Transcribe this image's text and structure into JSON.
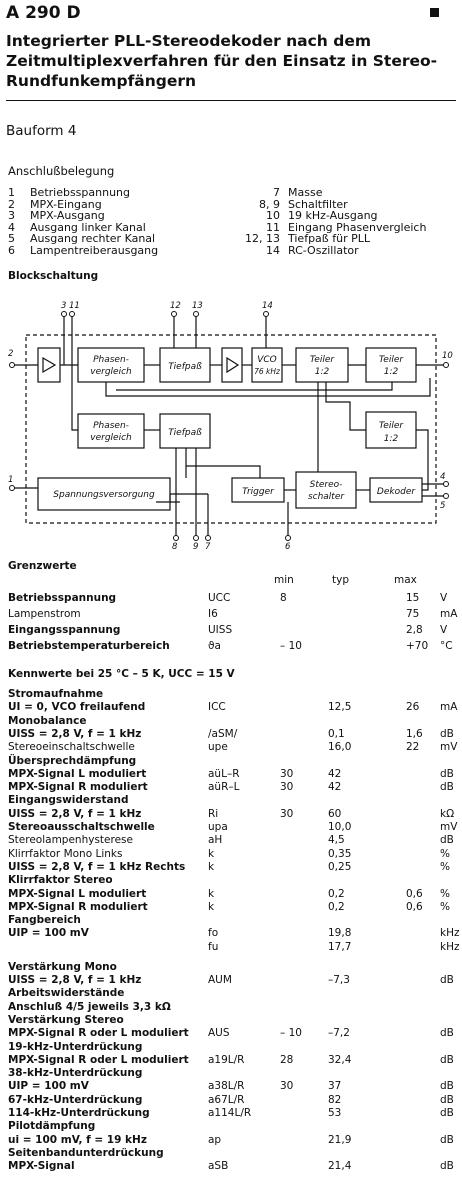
{
  "header": {
    "title": "A 290 D",
    "subtitle": "Integrierter PLL-Stereodekoder nach dem Zeitmultiplexverfahren für den Einsatz in Stereo-Rundfunkempfängern",
    "bauform": "Bauform 4"
  },
  "pinout": {
    "heading": "Anschlußbelegung",
    "left": [
      {
        "num": "1",
        "label": "Betriebsspannung"
      },
      {
        "num": "2",
        "label": "MPX-Eingang"
      },
      {
        "num": "3",
        "label": "MPX-Ausgang"
      },
      {
        "num": "4",
        "label": "Ausgang linker Kanal"
      },
      {
        "num": "5",
        "label": "Ausgang rechter Kanal"
      },
      {
        "num": "6",
        "label": "Lampentreiberausgang"
      }
    ],
    "right": [
      {
        "num": "7",
        "label": "Masse"
      },
      {
        "num": "8, 9",
        "label": "Schaltfilter"
      },
      {
        "num": "10",
        "label": "19 kHz-Ausgang"
      },
      {
        "num": "11",
        "label": "Eingang Phasenvergleich"
      },
      {
        "num": "12, 13",
        "label": "Tiefpaß für PLL"
      },
      {
        "num": "14",
        "label": "RC-Oszillator"
      }
    ]
  },
  "block": {
    "heading": "Blockschaltung",
    "phasen1": "Phasen-",
    "phasen2": "vergleich",
    "tiefpass": "Tiefpaß",
    "vco1": "VCO",
    "vco2": "76 kHz",
    "teiler": "Teiler",
    "ratio": "1:2",
    "spannung": "Spannungsversorgung",
    "trigger": "Trigger",
    "stereo1": "Stereo-",
    "stereo2": "schalter",
    "dekoder": "Dekoder",
    "p1": "1",
    "p2": "2",
    "p3": "3",
    "p4": "4",
    "p5": "5",
    "p6": "6",
    "p7": "7",
    "p8": "8",
    "p9": "9",
    "p10": "10",
    "p11": "11",
    "p12": "12",
    "p13": "13",
    "p14": "14"
  },
  "grenz": {
    "heading": "Grenzwerte",
    "cols": {
      "min": "min",
      "typ": "typ",
      "max": "max"
    },
    "rows": [
      {
        "label": "Betriebsspannung",
        "sym": "UCC",
        "min": "8",
        "typ": "",
        "max": "15",
        "unit": "V"
      },
      {
        "label": "Lampenstrom",
        "sym": "I6",
        "min": "",
        "typ": "",
        "max": "75",
        "unit": "mA"
      },
      {
        "label": "Eingangsspannung",
        "sym": "UISS",
        "min": "",
        "typ": "",
        "max": "2,8",
        "unit": "V"
      },
      {
        "label": "Betriebstemperaturbereich",
        "sym": "ϑa",
        "min": "– 10",
        "typ": "",
        "max": "+70",
        "unit": "°C"
      }
    ]
  },
  "kenn": {
    "heading": "Kennwerte bei 25 °C – 5 K, UCC = 15 V",
    "rows": [
      {
        "label": "Stromaufnahme",
        "sym": "",
        "min": "",
        "typ": "",
        "max": "",
        "unit": "",
        "b": true
      },
      {
        "label": "UI = 0, VCO freilaufend",
        "sym": "ICC",
        "min": "",
        "typ": "12,5",
        "max": "26",
        "unit": "mA"
      },
      {
        "label": "Monobalance",
        "sym": "",
        "min": "",
        "typ": "",
        "max": "",
        "unit": "",
        "b": true
      },
      {
        "label": "UISS = 2,8 V, f = 1 kHz",
        "sym": "/aSM/",
        "min": "",
        "typ": "0,1",
        "max": "1,6",
        "unit": "dB"
      },
      {
        "label": "Stereoeinschaltschwelle",
        "sym": "upe",
        "min": "",
        "typ": "16,0",
        "max": "22",
        "unit": "mV"
      },
      {
        "label": "Übersprechdämpfung",
        "sym": "",
        "min": "",
        "typ": "",
        "max": "",
        "unit": "",
        "b": true
      },
      {
        "label": "MPX-Signal L moduliert",
        "sym": "aüL–R",
        "min": "30",
        "typ": "42",
        "max": "",
        "unit": "dB"
      },
      {
        "label": "MPX-Signal R moduliert",
        "sym": "aüR–L",
        "min": "30",
        "typ": "42",
        "max": "",
        "unit": "dB"
      },
      {
        "label": "Eingangswiderstand",
        "sym": "",
        "min": "",
        "typ": "",
        "max": "",
        "unit": "",
        "b": true
      },
      {
        "label": "UISS = 2,8 V, f = 1 kHz",
        "sym": "Ri",
        "min": "30",
        "typ": "60",
        "max": "",
        "unit": "kΩ"
      },
      {
        "label": "Stereoausschaltschwelle",
        "sym": "upa",
        "min": "",
        "typ": "10,0",
        "max": "",
        "unit": "mV"
      },
      {
        "label": "Stereolampenhysterese",
        "sym": "aH",
        "min": "",
        "typ": "4,5",
        "max": "",
        "unit": "dB"
      },
      {
        "label": "Klirrfaktor Mono           Links",
        "sym": "k",
        "min": "",
        "typ": "0,35",
        "max": "",
        "unit": "%"
      },
      {
        "label": "UISS = 2,8 V, f = 1 kHz Rechts",
        "sym": "k",
        "min": "",
        "typ": "0,25",
        "max": "",
        "unit": "%"
      },
      {
        "label": "Klirrfaktor Stereo",
        "sym": "",
        "min": "",
        "typ": "",
        "max": "",
        "unit": "",
        "b": true
      },
      {
        "label": "MPX-Signal L moduliert",
        "sym": "k",
        "min": "",
        "typ": "0,2",
        "max": "0,6",
        "unit": "%"
      },
      {
        "label": "MPX-Signal R moduliert",
        "sym": "k",
        "min": "",
        "typ": "0,2",
        "max": "0,6",
        "unit": "%"
      },
      {
        "label": "Fangbereich",
        "sym": "",
        "min": "",
        "typ": "",
        "max": "",
        "unit": "",
        "b": true
      },
      {
        "label": "UIP = 100 mV",
        "sym": "fo",
        "min": "",
        "typ": "19,8",
        "max": "",
        "unit": "kHz"
      },
      {
        "label": "",
        "sym": "fu",
        "min": "",
        "typ": "17,7",
        "max": "",
        "unit": "kHz"
      },
      {
        "label": "Verstärkung Mono",
        "sym": "",
        "min": "",
        "typ": "",
        "max": "",
        "unit": "",
        "b": true
      },
      {
        "label": "UISS = 2,8 V, f = 1 kHz",
        "sym": "AUM",
        "min": "",
        "typ": "–7,3",
        "max": "",
        "unit": "dB"
      },
      {
        "label": "Arbeitswiderstände",
        "sym": "",
        "min": "",
        "typ": "",
        "max": "",
        "unit": "",
        "b": true
      },
      {
        "label": "Anschluß 4/5 jeweils 3,3 kΩ",
        "sym": "",
        "min": "",
        "typ": "",
        "max": "",
        "unit": ""
      },
      {
        "label": "Verstärkung Stereo",
        "sym": "",
        "min": "",
        "typ": "",
        "max": "",
        "unit": "",
        "b": true
      },
      {
        "label": "MPX-Signal R oder L moduliert",
        "sym": "AUS",
        "min": "– 10",
        "typ": "–7,2",
        "max": "",
        "unit": "dB"
      },
      {
        "label": "19-kHz-Unterdrückung",
        "sym": "",
        "min": "",
        "typ": "",
        "max": "",
        "unit": "",
        "b": true
      },
      {
        "label": "MPX-Signal R oder L moduliert",
        "sym": "a19L/R",
        "min": "28",
        "typ": "32,4",
        "max": "",
        "unit": "dB"
      },
      {
        "label": "38-kHz-Unterdrückung",
        "sym": "",
        "min": "",
        "typ": "",
        "max": "",
        "unit": "",
        "b": true
      },
      {
        "label": "UIP = 100 mV",
        "sym": "a38L/R",
        "min": "30",
        "typ": "37",
        "max": "",
        "unit": "dB"
      },
      {
        "label": "67-kHz-Unterdrückung",
        "sym": "a67L/R",
        "min": "",
        "typ": "82",
        "max": "",
        "unit": "dB"
      },
      {
        "label": "114-kHz-Unterdrückung",
        "sym": "a114L/R",
        "min": "",
        "typ": "53",
        "max": "",
        "unit": "dB"
      },
      {
        "label": "Pilotdämpfung",
        "sym": "",
        "min": "",
        "typ": "",
        "max": "",
        "unit": "",
        "b": true
      },
      {
        "label": "ui = 100 mV, f = 19 kHz",
        "sym": "ap",
        "min": "",
        "typ": "21,9",
        "max": "",
        "unit": "dB"
      },
      {
        "label": "Seitenbandunterdrückung",
        "sym": "",
        "min": "",
        "typ": "",
        "max": "",
        "unit": "",
        "b": true
      },
      {
        "label": "MPX-Signal",
        "sym": "aSB",
        "min": "",
        "typ": "21,4",
        "max": "",
        "unit": "dB"
      }
    ]
  }
}
